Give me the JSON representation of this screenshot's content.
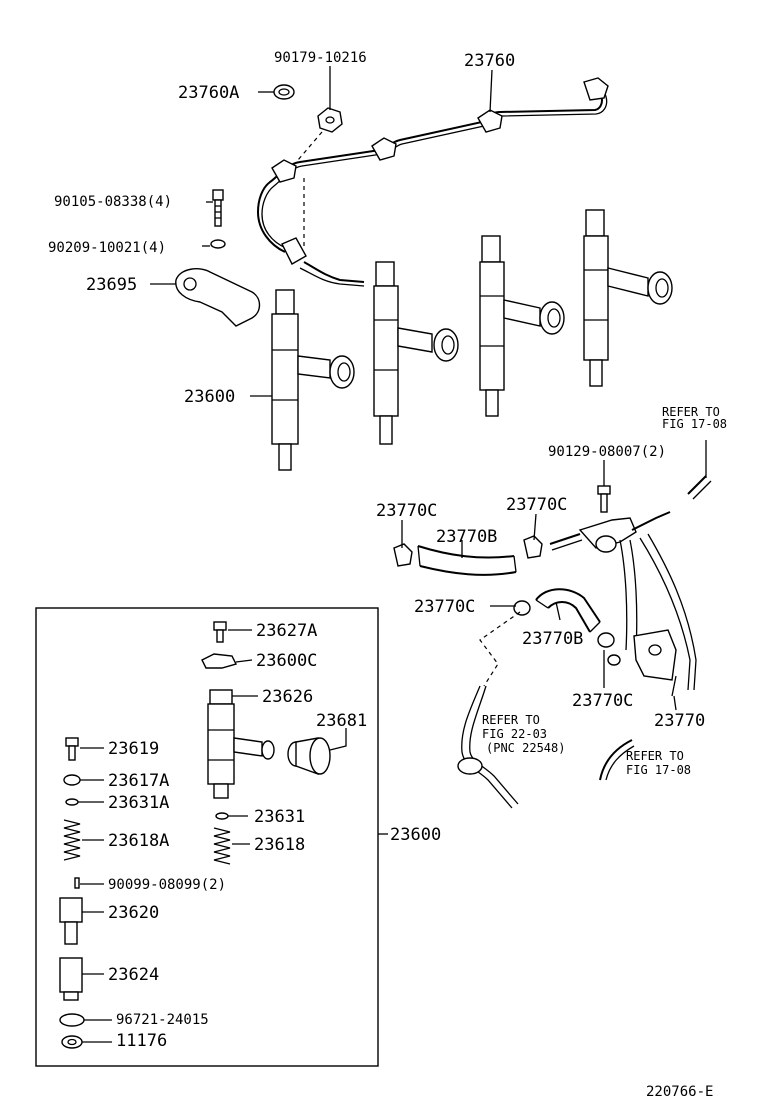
{
  "labels": {
    "p90179_10216": "90179-10216",
    "p23760": "23760",
    "p23760A": "23760A",
    "p90105_08338": "90105-08338(4)",
    "p90209_10021": "90209-10021(4)",
    "p23695": "23695",
    "p23600_top": "23600",
    "p90129_08007": "90129-08007(2)",
    "p23770C_a": "23770C",
    "p23770C_b": "23770C",
    "p23770B_a": "23770B",
    "p23770C_c": "23770C",
    "p23770B_b": "23770B",
    "p23770C_d": "23770C",
    "p23770": "23770",
    "p23627A": "23627A",
    "p23600C": "23600C",
    "p23626": "23626",
    "p23681": "23681",
    "p23619": "23619",
    "p23617A": "23617A",
    "p23631A": "23631A",
    "p23631": "23631",
    "p23618A": "23618A",
    "p23618": "23618",
    "p90099_08099": "90099-08099(2)",
    "p23620": "23620",
    "p23624": "23624",
    "p96721_24015": "96721-24015",
    "p11176": "11176",
    "p23600_box": "23600"
  },
  "refs": {
    "ref1_l1": "REFER TO",
    "ref1_l2": "FIG 17-08",
    "ref2_l1": "REFER TO",
    "ref2_l2": "FIG 22-03",
    "ref2_l3": "(PNC 22548)",
    "ref3_l1": "REFER TO",
    "ref3_l2": "FIG 17-08"
  },
  "footer": {
    "diagram_id": "220766-E"
  }
}
